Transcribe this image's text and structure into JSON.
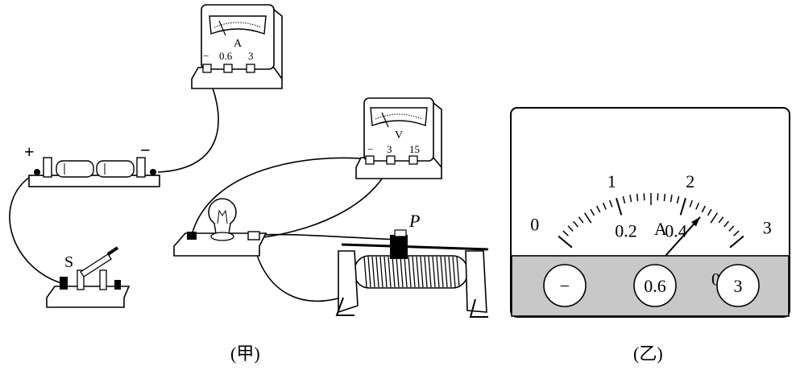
{
  "figure_a": {
    "caption": "(甲)",
    "battery": {
      "plus_label": "+",
      "minus_label": "−"
    },
    "switch_label": "S",
    "rheostat_label": "P",
    "ammeter": {
      "symbol": "A",
      "terminals": [
        "−",
        "0.6",
        "3"
      ]
    },
    "voltmeter": {
      "symbol": "V",
      "terminals": [
        "−",
        "3",
        "15"
      ]
    }
  },
  "figure_b": {
    "caption": "(乙)",
    "symbol": "A",
    "upper_scale": [
      "0",
      "1",
      "2",
      "3"
    ],
    "lower_scale": [
      "0",
      "0.2",
      "0.4",
      "0.6"
    ],
    "terminals": [
      "−",
      "0.6",
      "3"
    ],
    "minor_divisions": 30,
    "pointer_value": 2.4,
    "upper_max": 3,
    "colors": {
      "panel": "#c8c8c8",
      "outline": "#000000",
      "face": "#ffffff"
    }
  }
}
